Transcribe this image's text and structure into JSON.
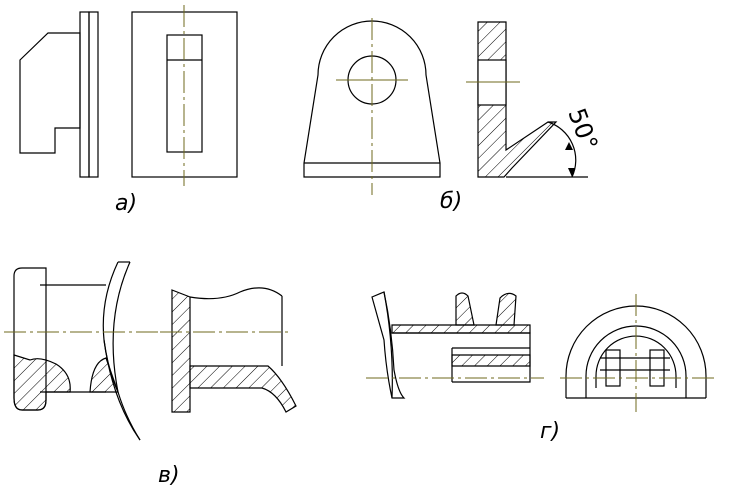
{
  "labels": {
    "a": "а)",
    "b": "б)",
    "v": "в)",
    "g": "г)"
  },
  "angle_text": "50°",
  "colors": {
    "line": "#000000",
    "axis": "#6f6a1e",
    "background": "#ffffff"
  }
}
